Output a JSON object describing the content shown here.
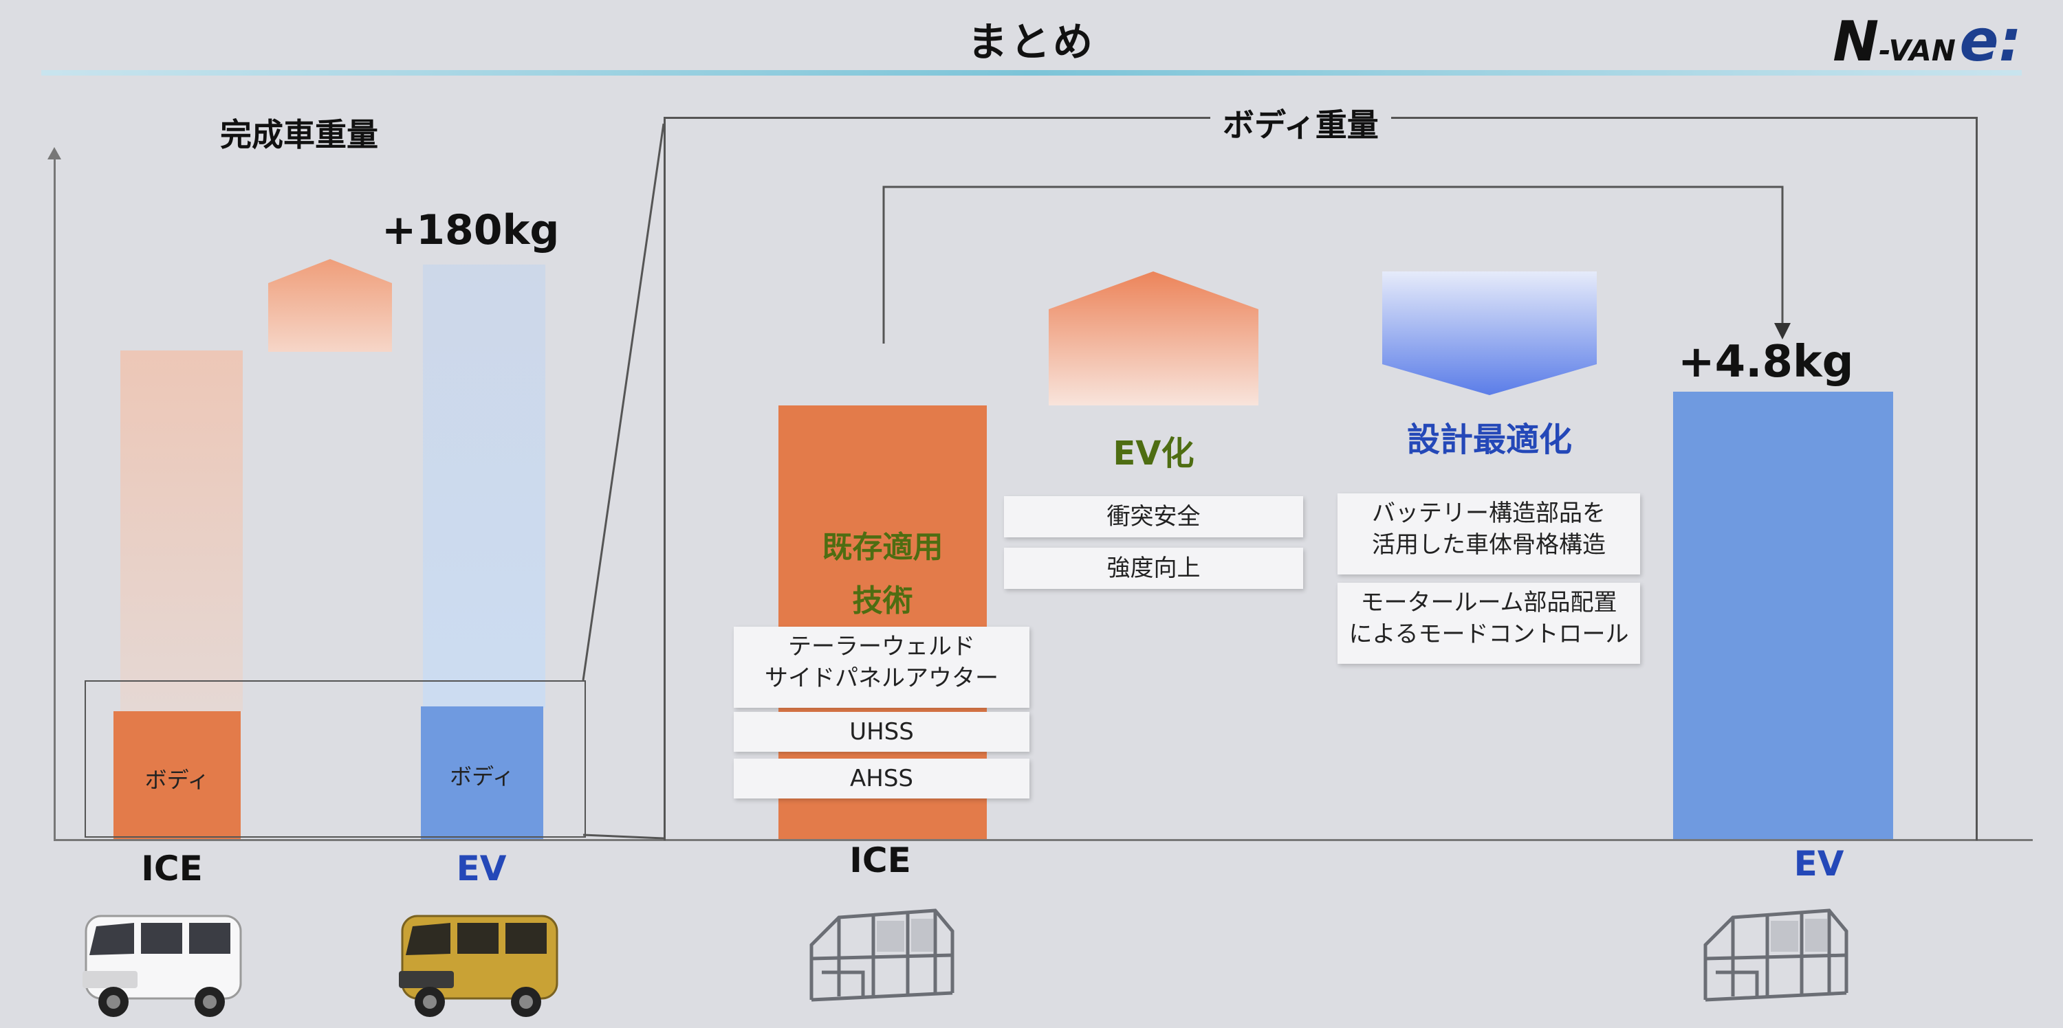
{
  "title": "まとめ",
  "logo": {
    "n": "N",
    "van": "-VAN",
    "e": "e:"
  },
  "left": {
    "heading": "完成車重量",
    "diff_label": "+180kg",
    "ice_body_label": "ボディ",
    "ev_body_label": "ボディ",
    "ice_label": "ICE",
    "ev_label": "EV"
  },
  "right": {
    "heading": "ボディ重量",
    "ice_label": "ICE",
    "ev_label": "EV",
    "diff_label": "+4.8kg",
    "ice_bar_text_1": "既存適用",
    "ice_bar_text_2": "技術",
    "ice_boxes": [
      {
        "line1": "テーラーウェルド",
        "line2": "サイドパネルアウター"
      },
      {
        "line1": "UHSS"
      },
      {
        "line1": "AHSS"
      }
    ],
    "evka_title": "EV化",
    "evka_boxes": [
      "衝突安全",
      "強度向上"
    ],
    "opt_title": "設計最適化",
    "opt_boxes": [
      {
        "line1": "バッテリー構造部品を",
        "line2": "活用した車体骨格構造"
      },
      {
        "line1": "モータールーム部品配置",
        "line2": "によるモードコントロール"
      }
    ]
  },
  "colors": {
    "ice": "#e37b4a",
    "ev": "#6f9ae0",
    "ev_text": "#2448b8",
    "green_text": "#4e6d12"
  },
  "icons": [
    "white-van-image",
    "yellow-van-image",
    "ice-body-frame-image",
    "ev-body-frame-image"
  ]
}
